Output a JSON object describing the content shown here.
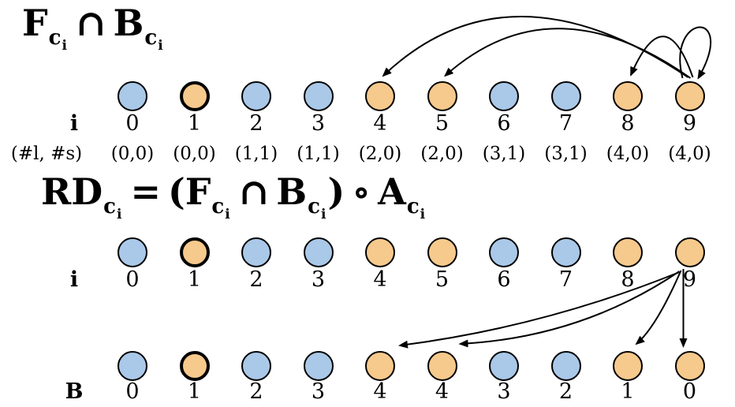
{
  "colors": {
    "node_blue": "#aac8e8",
    "node_orange": "#f6c98c",
    "outline": "#000000",
    "background": "#ffffff"
  },
  "formulas": {
    "top": [
      "F",
      "c",
      "i",
      "∩",
      "B",
      "c",
      "i"
    ],
    "mid": [
      "RD",
      "c",
      "i",
      "=",
      "(",
      "F",
      "c",
      "i",
      "∩",
      "B",
      "c",
      "i",
      ")",
      "∘",
      "A",
      "c",
      "i"
    ]
  },
  "rows": [
    {
      "id": "fb",
      "label": "i",
      "bold_index": 1,
      "node_colors": [
        "blue",
        "orange",
        "blue",
        "blue",
        "orange",
        "orange",
        "blue",
        "blue",
        "orange",
        "orange"
      ],
      "labels": [
        "0",
        "1",
        "2",
        "3",
        "4",
        "5",
        "6",
        "7",
        "8",
        "9"
      ]
    },
    {
      "id": "rd",
      "label": "i",
      "bold_index": 1,
      "node_colors": [
        "blue",
        "orange",
        "blue",
        "blue",
        "orange",
        "orange",
        "blue",
        "blue",
        "orange",
        "orange"
      ],
      "labels": [
        "0",
        "1",
        "2",
        "3",
        "4",
        "5",
        "6",
        "7",
        "8",
        "9"
      ]
    },
    {
      "id": "b",
      "label": "B",
      "bold_index": 1,
      "node_colors": [
        "blue",
        "orange",
        "blue",
        "blue",
        "orange",
        "orange",
        "blue",
        "blue",
        "orange",
        "orange"
      ],
      "labels": [
        "0",
        "1",
        "2",
        "3",
        "4",
        "4",
        "3",
        "2",
        "1",
        "0"
      ]
    }
  ],
  "pairs_row": {
    "label": "(#l, #s)",
    "values": [
      "(0,0)",
      "(0,0)",
      "(1,1)",
      "(1,1)",
      "(2,0)",
      "(2,0)",
      "(3,1)",
      "(3,1)",
      "(4,0)",
      "(4,0)"
    ]
  },
  "arrows": {
    "top": {
      "from": 9,
      "targets": [
        4,
        5,
        8,
        9
      ]
    },
    "bottom": {
      "from": 9,
      "targets": [
        4,
        5,
        8,
        9
      ]
    }
  }
}
